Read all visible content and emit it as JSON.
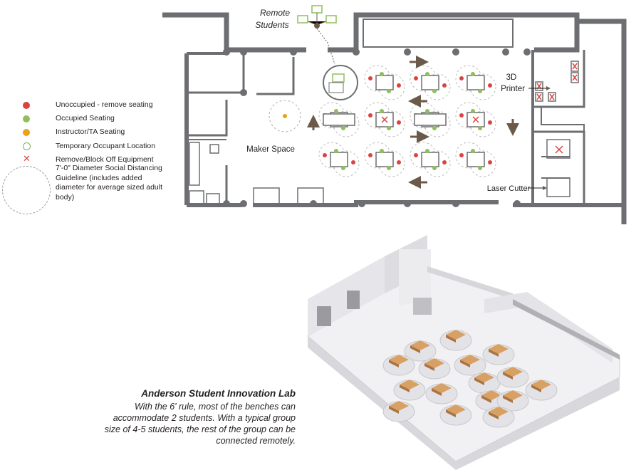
{
  "plan": {
    "remote_label_line1": "Remote",
    "remote_label_line2": "Students",
    "maker_space": "Maker Space",
    "printer_line1": "3D",
    "printer_line2": "Printer",
    "laser_cutter": "Laser Cutter"
  },
  "legend": {
    "items": [
      {
        "label": "Unoccupied - remove seating",
        "color": "#d9443f",
        "symbol": "filled-dot"
      },
      {
        "label": "Occupied Seating",
        "color": "#8fbf5a",
        "symbol": "filled-dot"
      },
      {
        "label": "Instructor/TA Seating",
        "color": "#e8a317",
        "symbol": "filled-dot"
      },
      {
        "label": "Temporary Occupant Location",
        "color": "#88b04b",
        "symbol": "dashed-ring"
      },
      {
        "label": "Remove/Block Off Equipment",
        "color": "#d9443f",
        "symbol": "x-mark"
      }
    ],
    "guideline": "7'-0\" Diameter Social Distancing Guideline (includes added diameter for average sized adult body)"
  },
  "caption": {
    "title": "Anderson Student Innovation Lab",
    "lines": [
      "With the 6' rule, most of the benches can",
      "accommodate 2 students. With a typical group",
      "size of 4-5 students, the rest of the group can be",
      "connected remotely."
    ]
  },
  "colors": {
    "wall": "#6d6e71",
    "unoccupied": "#d9443f",
    "occupied": "#8fbf5a",
    "instructor": "#e8a317",
    "arrow": "#6b5a4a",
    "bench_top": "#d9a064"
  }
}
